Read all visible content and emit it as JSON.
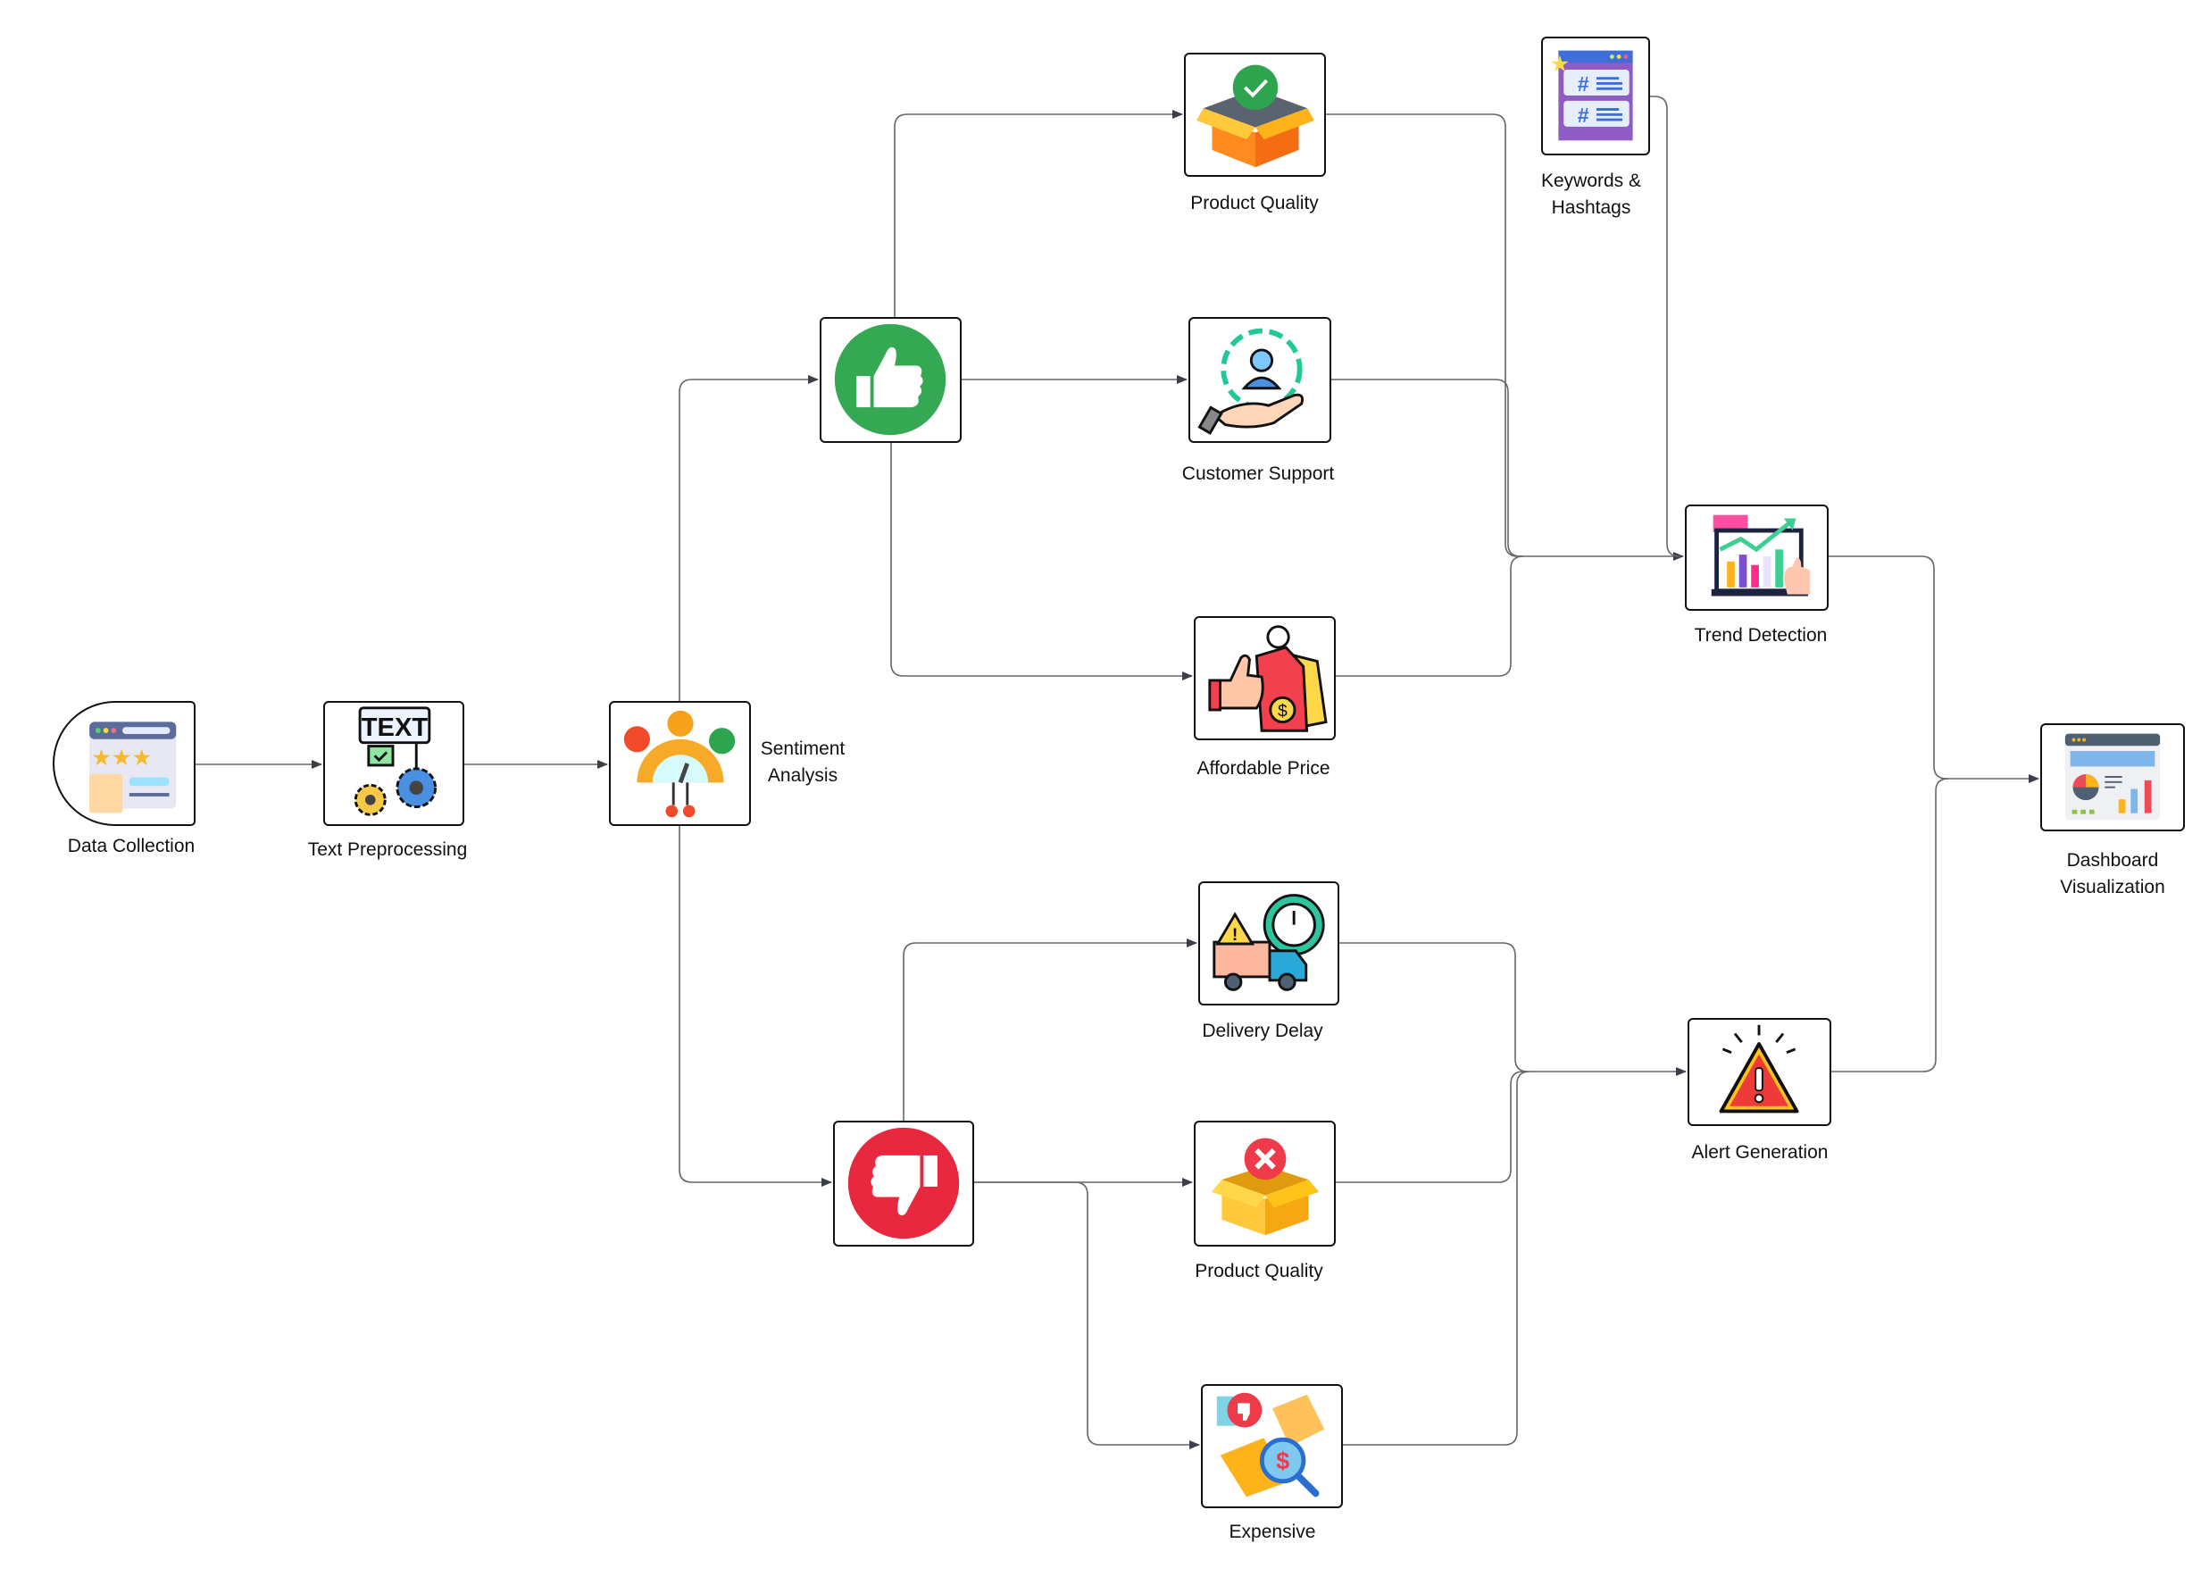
{
  "nodes": {
    "data_collection": {
      "label": "Data Collection"
    },
    "text_preprocessing": {
      "label": "Text Preprocessing"
    },
    "sentiment_analysis": {
      "label_line1": "Sentiment",
      "label_line2": "Analysis"
    },
    "product_quality_positive": {
      "label": "Product Quality"
    },
    "customer_support": {
      "label": "Customer Support"
    },
    "affordable_price": {
      "label": "Affordable Price"
    },
    "keywords_hashtags": {
      "label_line1": "Keywords &",
      "label_line2": "Hashtags"
    },
    "trend_detection": {
      "label": "Trend Detection"
    },
    "dashboard_visualization": {
      "label_line1": "Dashboard",
      "label_line2": "Visualization"
    },
    "delivery_delay": {
      "label": "Delivery Delay"
    },
    "product_quality_negative": {
      "label": "Product Quality"
    },
    "alert_generation": {
      "label": "Alert Generation"
    },
    "expensive": {
      "label": "Expensive"
    }
  },
  "icons": {
    "data_collection": "review-stars-icon",
    "text_preprocessing": "text-gears-icon",
    "sentiment_analysis": "sentiment-gauge-icon",
    "positive": "thumbs-up-icon",
    "negative": "thumbs-down-icon",
    "product_quality_positive": "approved-box-icon",
    "customer_support": "customer-support-icon",
    "affordable_price": "price-tag-icon",
    "keywords_hashtags": "hashtag-icon",
    "trend_detection": "trend-chart-icon",
    "dashboard_visualization": "dashboard-icon",
    "delivery_delay": "delivery-truck-icon",
    "product_quality_negative": "rejected-box-icon",
    "alert_generation": "alert-triangle-icon",
    "expensive": "expensive-search-icon"
  },
  "colors": {
    "positive": "#34A853",
    "negative": "#E8283F",
    "connector": "#666666"
  }
}
